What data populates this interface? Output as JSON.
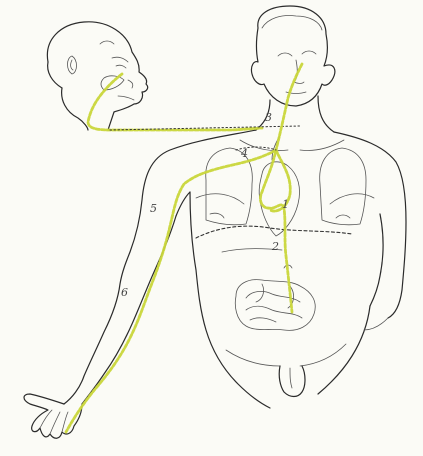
{
  "colors": {
    "route": "#c9d63a",
    "ink": "#2b2b2b",
    "paper": "#fbfbf6"
  },
  "labels": {
    "n1": "1",
    "n2": "2",
    "n3": "3",
    "n4": "4",
    "n5": "5",
    "n6": "6"
  }
}
